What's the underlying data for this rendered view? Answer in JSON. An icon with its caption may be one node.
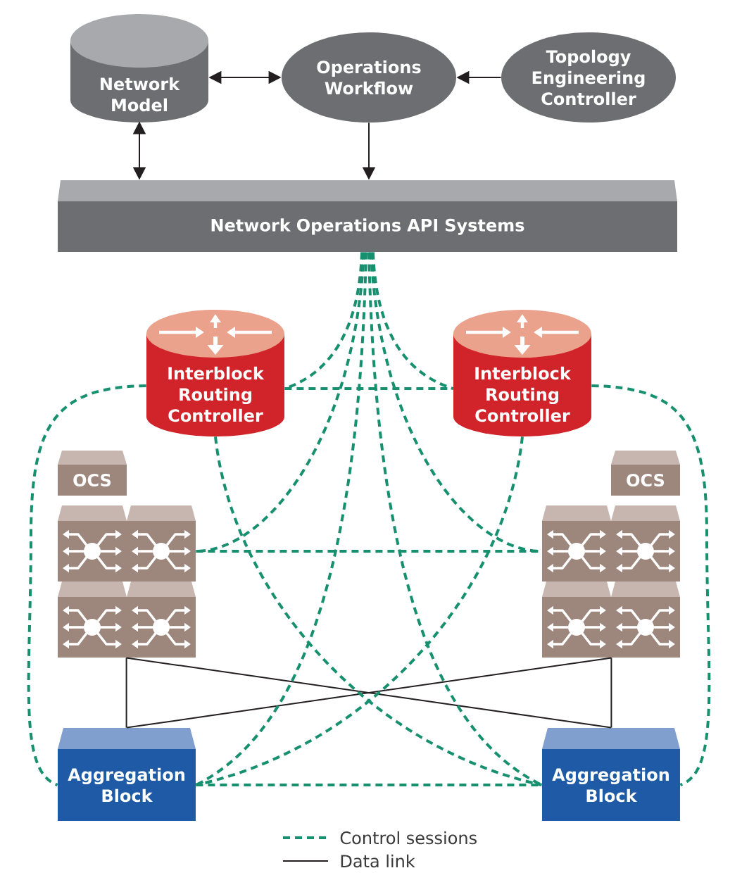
{
  "diagram": {
    "nodes": [
      {
        "text": [
          "Network Model"
        ]
      },
      {
        "text": [
          "Operations Workflow"
        ]
      },
      {
        "text": [
          "Topology Engineering Controller"
        ]
      },
      {
        "text": [
          "Network Operations API Systems"
        ]
      },
      {
        "text": [
          "Interblock Routing Controller"
        ]
      },
      {
        "text": [
          "Interblock Routing Controller"
        ]
      },
      {
        "text": [
          "OCS"
        ]
      },
      {
        "text": [
          "OCS"
        ]
      },
      {
        "text": [],
        "shape": "box"
      },
      {
        "text": [],
        "shape": "box"
      },
      {
        "text": [],
        "shape": "box"
      },
      {
        "text": [],
        "shape": "box"
      },
      {
        "text": [],
        "shape": "box"
      },
      {
        "text": [],
        "shape": "box"
      },
      {
        "text": [],
        "shape": "box"
      },
      {
        "text": [],
        "shape": "box"
      },
      {
        "text": [
          "Aggregation Block"
        ]
      },
      {
        "text": [
          "Aggregation Block"
        ]
      }
    ],
    "edges": [
      {
        "from": 0,
        "to": 1,
        "arrow": "both",
        "color": "#231f20"
      },
      {
        "from": 2,
        "to": 1,
        "arrow": "to",
        "color": "#231f20"
      },
      {
        "from": 0,
        "to": 3,
        "arrow": "both",
        "color": "#231f20"
      },
      {
        "from": 1,
        "to": 3,
        "arrow": "to",
        "color": "#231f20"
      },
      {
        "from": 3,
        "to": 4,
        "arrow": "none",
        "style": "dashed",
        "color": "#17906f"
      },
      {
        "from": 3,
        "to": 5,
        "arrow": "none",
        "style": "dashed",
        "color": "#17906f"
      },
      {
        "from": 4,
        "to": 5,
        "arrow": "none",
        "style": "dashed",
        "color": "#17906f"
      },
      {
        "from": 3,
        "to": 9,
        "arrow": "none",
        "style": "dashed",
        "color": "#17906f"
      },
      {
        "from": 3,
        "to": 10,
        "arrow": "none",
        "style": "dashed",
        "color": "#17906f"
      },
      {
        "from": 9,
        "to": 10,
        "arrow": "none",
        "style": "dashed",
        "color": "#17906f"
      },
      {
        "from": 3,
        "to": 16,
        "arrow": "none",
        "style": "dashed",
        "color": "#17906f"
      },
      {
        "from": 3,
        "to": 17,
        "arrow": "none",
        "style": "dashed",
        "color": "#17906f"
      },
      {
        "from": 4,
        "to": 16,
        "arrow": "none",
        "style": "dashed",
        "color": "#17906f"
      },
      {
        "from": 4,
        "to": 17,
        "arrow": "none",
        "style": "dashed",
        "color": "#17906f"
      },
      {
        "from": 5,
        "to": 16,
        "arrow": "none",
        "style": "dashed",
        "color": "#17906f"
      },
      {
        "from": 5,
        "to": 17,
        "arrow": "none",
        "style": "dashed",
        "color": "#17906f"
      },
      {
        "from": 16,
        "to": 17,
        "arrow": "none",
        "style": "dashed",
        "color": "#17906f"
      },
      {
        "from": 13,
        "to": 16,
        "arrow": "none",
        "color": "#231f20"
      },
      {
        "from": 13,
        "to": 17,
        "arrow": "none",
        "color": "#231f20"
      },
      {
        "from": 14,
        "to": 17,
        "arrow": "none",
        "color": "#231f20"
      },
      {
        "from": 14,
        "to": 16,
        "arrow": "none",
        "color": "#231f20"
      }
    ],
    "legend": [
      {
        "text": "Control sessions"
      },
      {
        "text": "Data link"
      }
    ]
  }
}
